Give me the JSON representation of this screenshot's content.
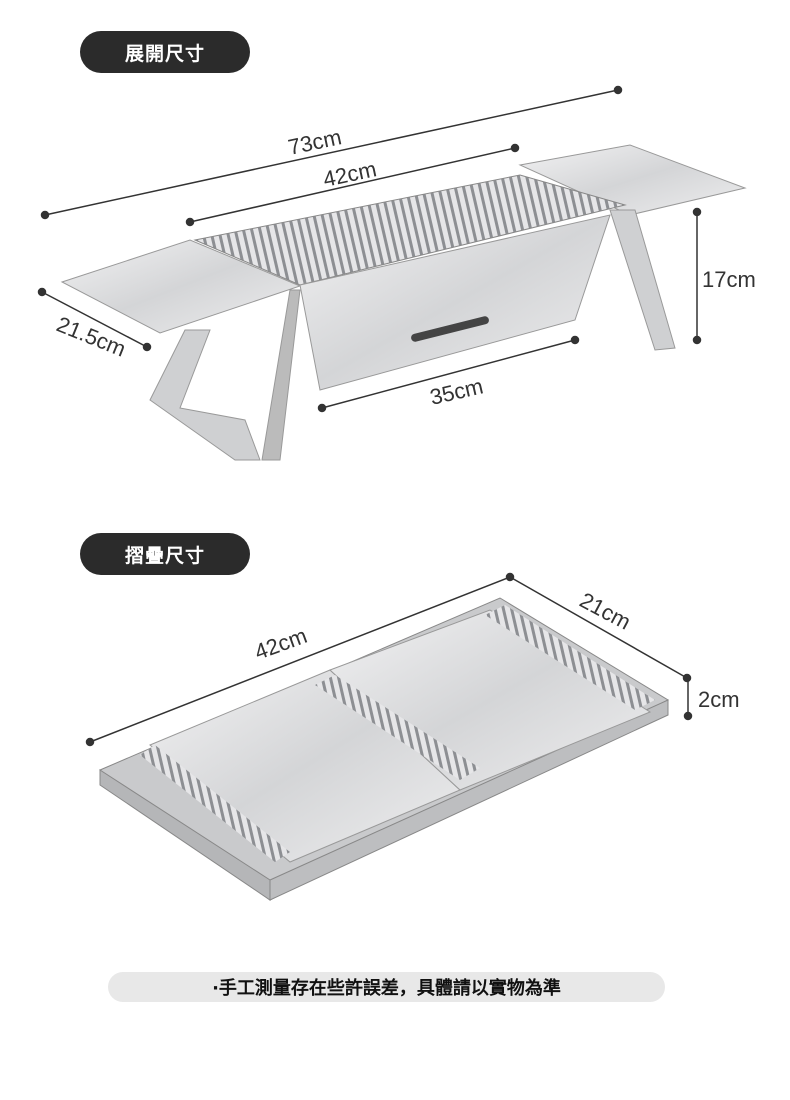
{
  "sections": {
    "unfolded_title": "展開尺寸",
    "folded_title": "摺疊尺寸"
  },
  "unfolded_dimensions": {
    "total_length": "73cm",
    "grill_length": "42cm",
    "side_table_width": "21.5cm",
    "base_length": "35cm",
    "height": "17cm"
  },
  "folded_dimensions": {
    "length": "42cm",
    "width": "21cm",
    "thickness": "2cm"
  },
  "note": "·手工測量存在些許誤差，具體請以實物為準",
  "colors": {
    "pill_bg": "#2b2b2b",
    "steel": "#d9dadc",
    "note_bg": "#e8e8e8"
  }
}
